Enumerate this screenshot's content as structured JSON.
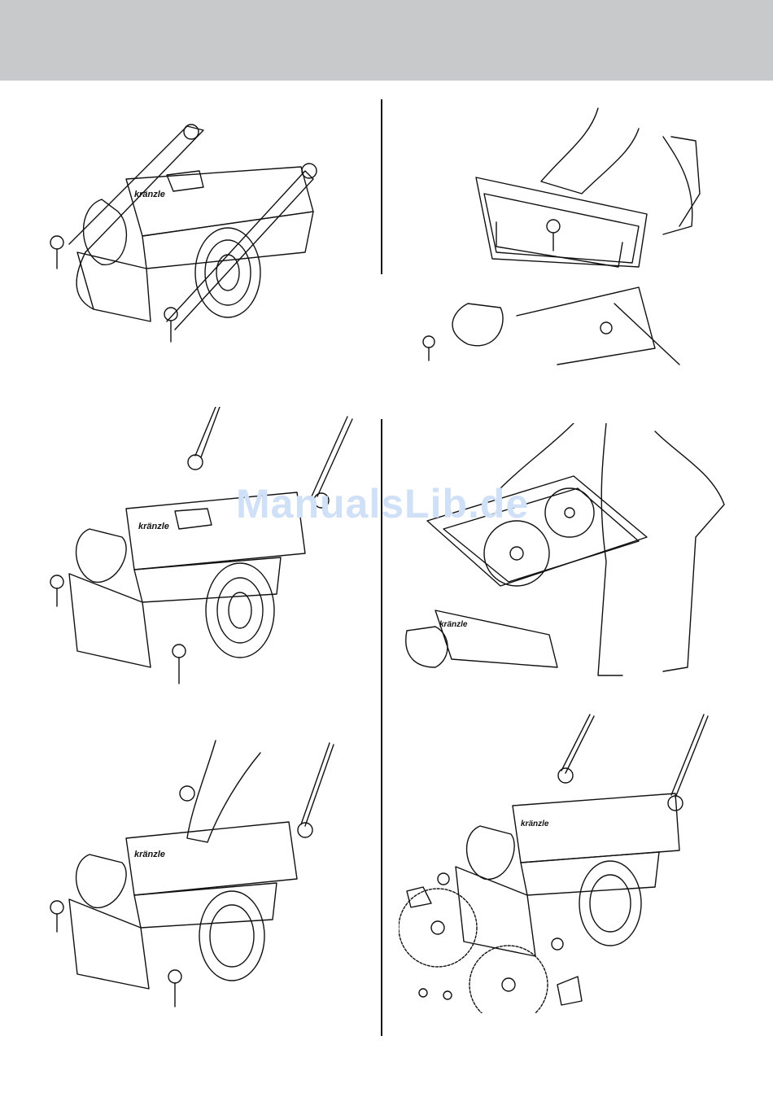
{
  "watermark": "ManualsLib.de",
  "brand_label": "kränzle",
  "colors": {
    "header_band": "#c8c9ca",
    "line_art": "#111111",
    "watermark": "#cfe0f7"
  },
  "panels": [
    {
      "id": "sweeper-folded"
    },
    {
      "id": "dirt-container-removal"
    },
    {
      "id": "sweeper-handle-up"
    },
    {
      "id": "brush-replacement"
    },
    {
      "id": "lid-open"
    },
    {
      "id": "side-brush-disassembly"
    }
  ]
}
